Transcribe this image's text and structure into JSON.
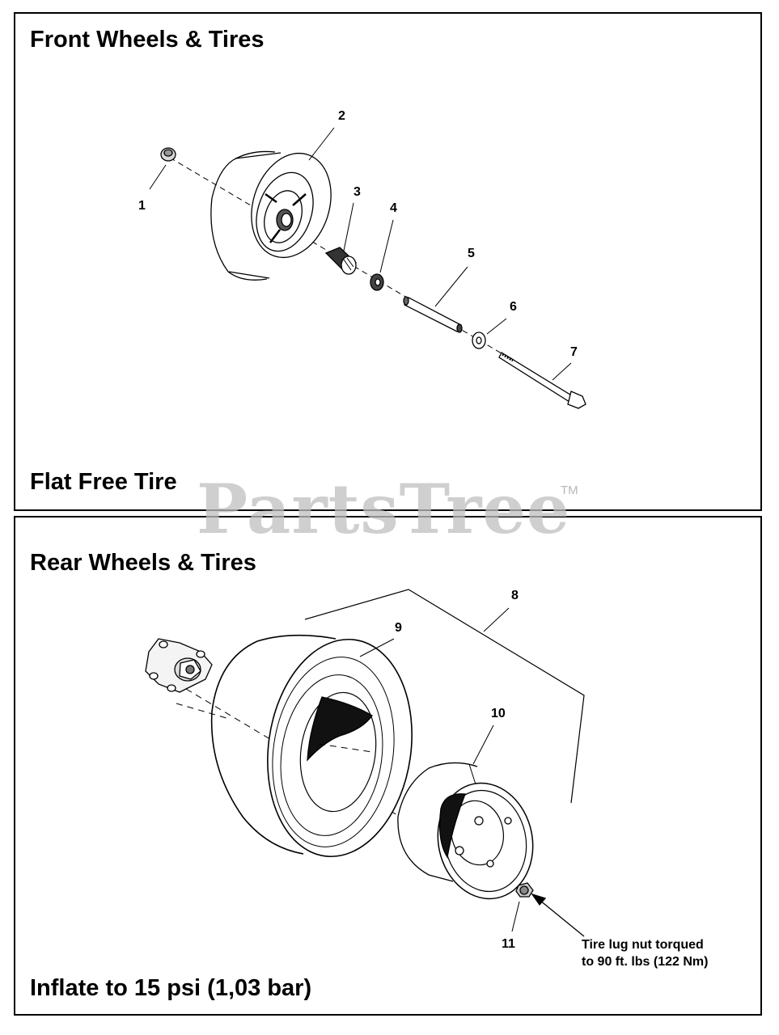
{
  "front_section": {
    "title": "Front Wheels & Tires",
    "subtitle": "Flat Free Tire"
  },
  "rear_section": {
    "title": "Rear Wheels & Tires",
    "footer": "Inflate to 15 psi (1,03 bar)"
  },
  "watermark": {
    "text": "PartsTree",
    "trademark": "TM"
  },
  "callouts": [
    "1",
    "2",
    "3",
    "4",
    "5",
    "6",
    "7",
    "8",
    "9",
    "10",
    "11"
  ],
  "note": {
    "line1": "Tire lug nut torqued",
    "line2": "to 90 ft. lbs (122 Nm)"
  }
}
